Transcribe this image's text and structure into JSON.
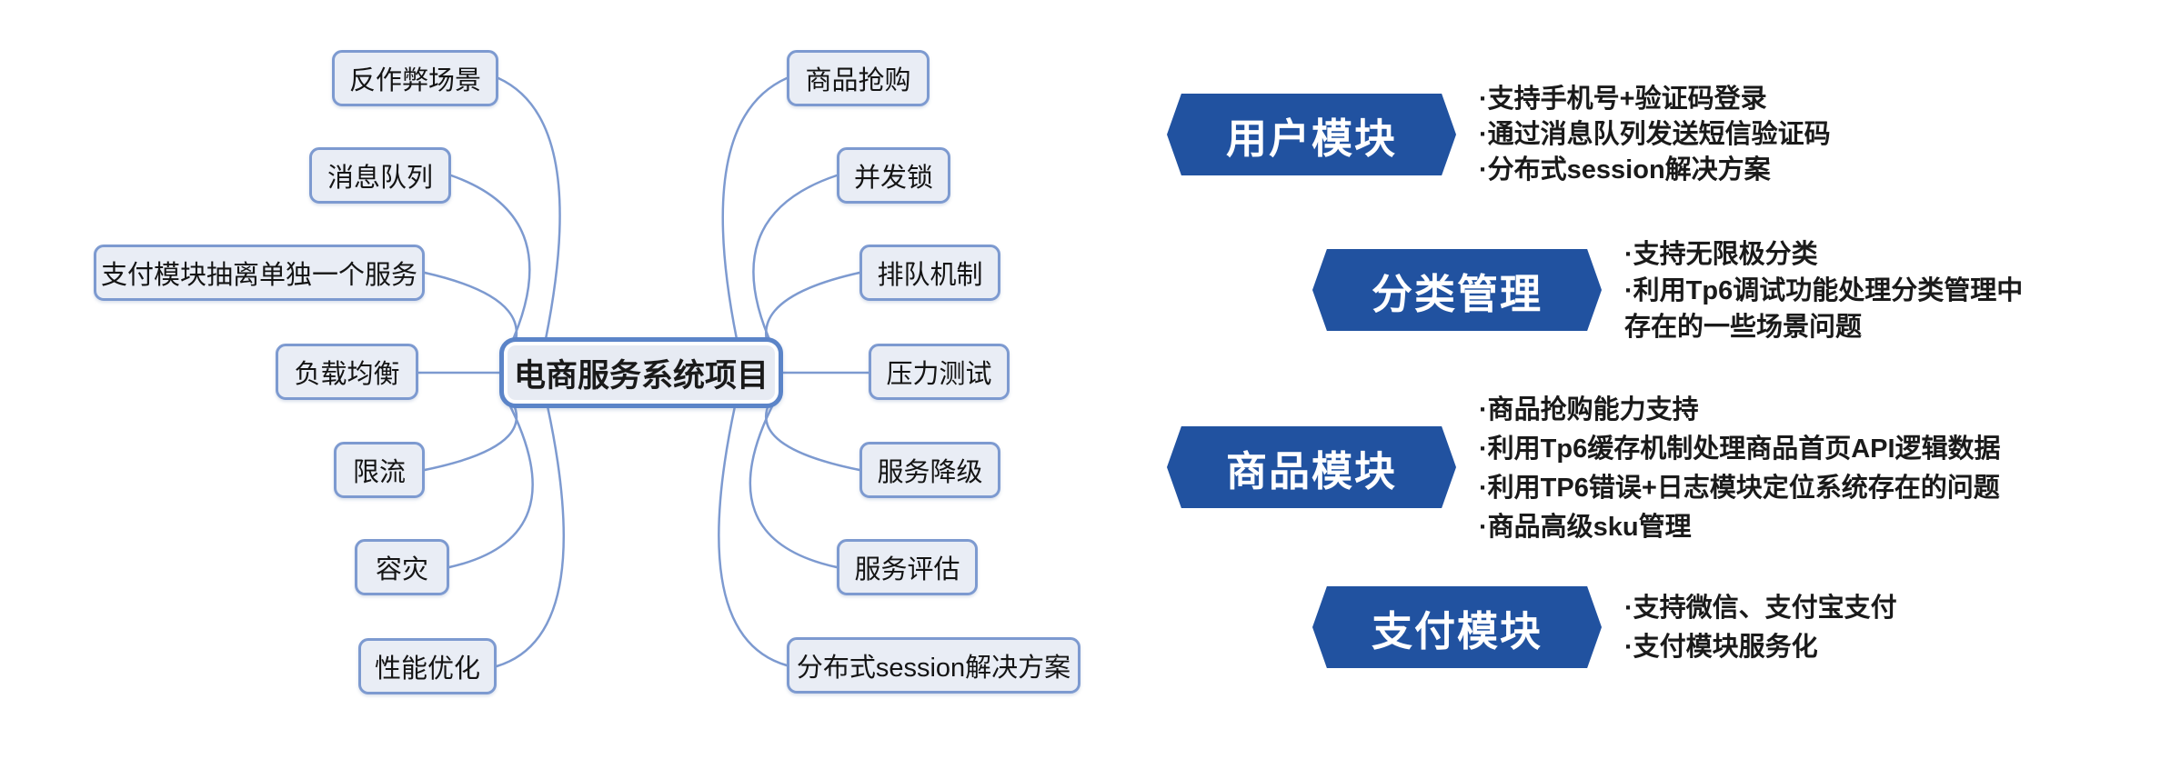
{
  "diagram": {
    "center": {
      "label": "电商服务系统项目"
    },
    "left_nodes": [
      "反作弊场景",
      "消息队列",
      "支付模块抽离单独一个服务",
      "负载均衡",
      "限流",
      "容灾",
      "性能优化"
    ],
    "right_nodes": [
      "商品抢购",
      "并发锁",
      "排队机制",
      "压力测试",
      "服务降级",
      "服务评估",
      "分布式session解决方案"
    ]
  },
  "modules": [
    {
      "title": "用户模块",
      "lines": [
        "·支持手机号+验证码登录",
        "·通过消息队列发送短信验证码",
        "·分布式session解决方案"
      ]
    },
    {
      "title": "分类管理",
      "lines": [
        "·支持无限极分类",
        "·利用Tp6调试功能处理分类管理中",
        "存在的一些场景问题"
      ]
    },
    {
      "title": "商品模块",
      "lines": [
        "·商品抢购能力支持",
        "·利用Tp6缓存机制处理商品首页API逻辑数据",
        "·利用TP6错误+日志模块定位系统存在的问题",
        "·商品高级sku管理"
      ]
    },
    {
      "title": "支付模块",
      "lines": [
        "·支持微信、支付宝支付",
        "·支付模块服务化"
      ]
    }
  ],
  "colors": {
    "badge_blue": "#2152a0",
    "node_fill": "#e9edf5",
    "node_border": "#7d9ad0",
    "center_border": "#5b84c8",
    "connector": "#7d9ad0",
    "text": "#1a1a1a",
    "badge_text": "#ffffff",
    "background": "#ffffff"
  }
}
